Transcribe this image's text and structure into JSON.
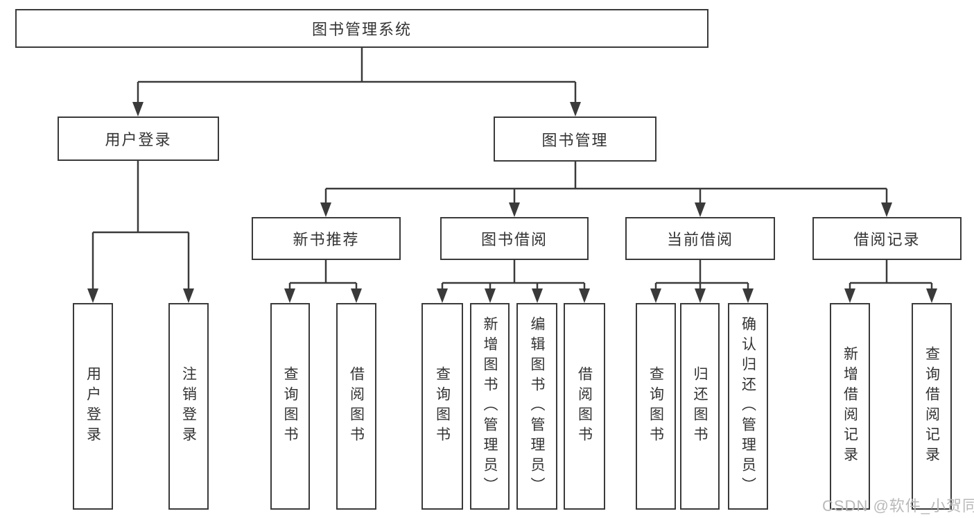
{
  "tree": {
    "root": {
      "label": "图书管理系统",
      "children": [
        {
          "label": "用户登录",
          "children": [
            {
              "label": "用户登录"
            },
            {
              "label": "注销登录"
            }
          ]
        },
        {
          "label": "图书管理",
          "children": [
            {
              "label": "新书推荐",
              "children": [
                {
                  "label": "查询图书"
                },
                {
                  "label": "借阅图书"
                }
              ]
            },
            {
              "label": "图书借阅",
              "children": [
                {
                  "label": "查询图书"
                },
                {
                  "label": "新增图书（管理员）"
                },
                {
                  "label": "编辑图书（管理员）"
                },
                {
                  "label": "借阅图书"
                }
              ]
            },
            {
              "label": "当前借阅",
              "children": [
                {
                  "label": "查询图书"
                },
                {
                  "label": "归还图书"
                },
                {
                  "label": "确认归还（管理员）"
                }
              ]
            },
            {
              "label": "借阅记录",
              "children": [
                {
                  "label": "新增借阅记录"
                },
                {
                  "label": "查询借阅记录"
                }
              ]
            }
          ]
        }
      ]
    }
  },
  "colors": {
    "line": "#3a3a3a",
    "text": "#333333",
    "watermark": "#b9b9b9",
    "background": "#ffffff"
  },
  "watermark": {
    "text": "CSDN @软件_小贺同学"
  }
}
